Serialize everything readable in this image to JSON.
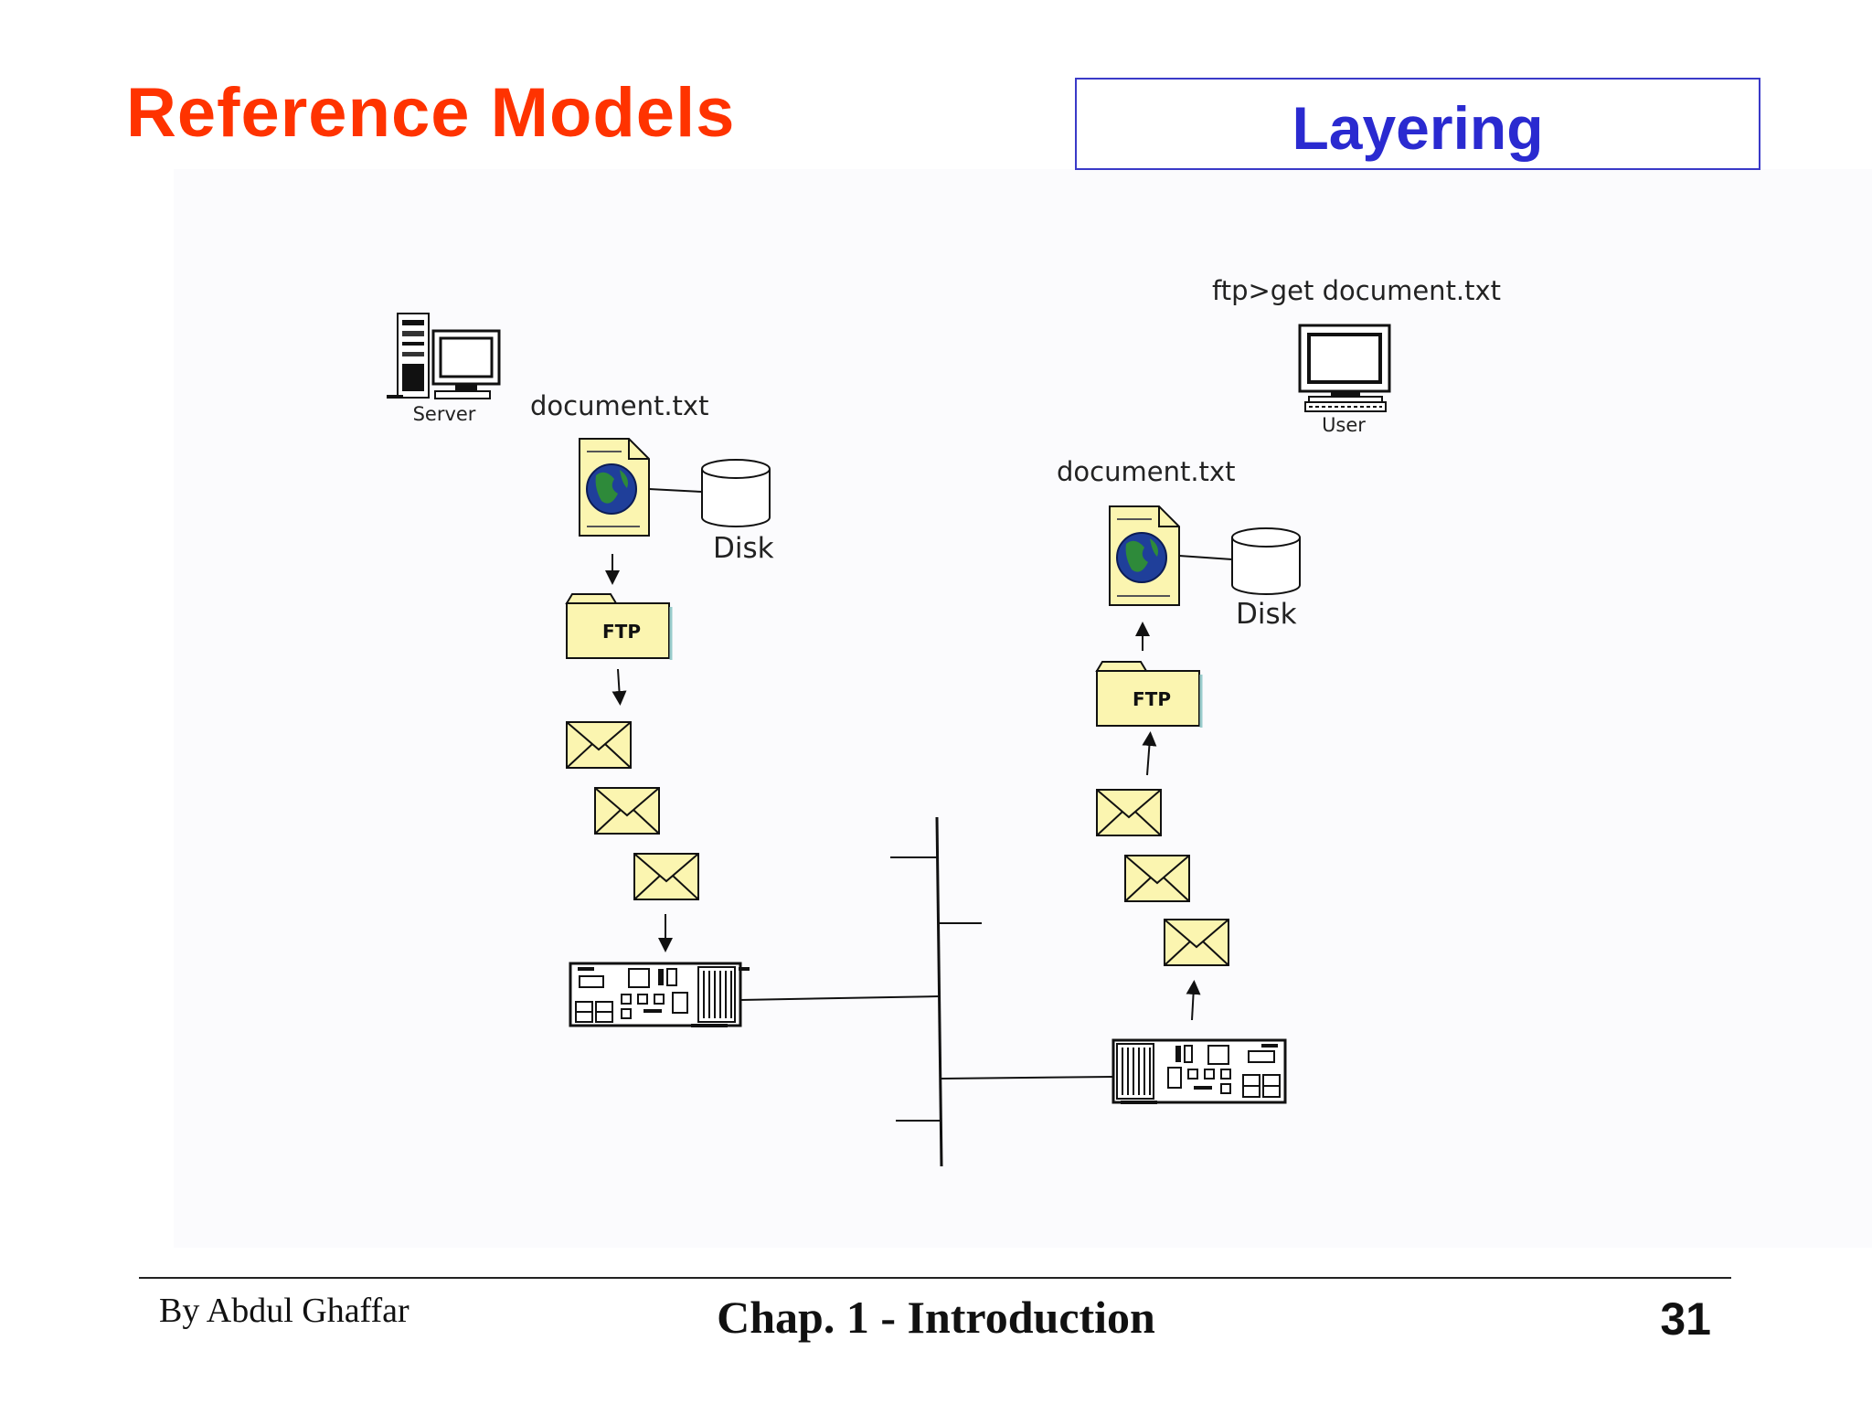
{
  "slide": {
    "title": "Reference Models",
    "subtitle": "Layering"
  },
  "diagram": {
    "server_label": "Server",
    "user_label": "User",
    "command": "ftp>get document.txt",
    "left_file_label": "document.txt",
    "right_file_label": "document.txt",
    "left_disk_label": "Disk",
    "right_disk_label": "Disk",
    "left_ftp_label": "FTP",
    "right_ftp_label": "FTP"
  },
  "footer": {
    "author": "By Abdul Ghaffar",
    "chapter": "Chap. 1 - Introduction",
    "page_number": "31"
  },
  "colors": {
    "title": "#ff3300",
    "subtitle": "#2a2ad0",
    "icon_fill": "#fbf5b0",
    "globe": "#1f3f9a"
  }
}
